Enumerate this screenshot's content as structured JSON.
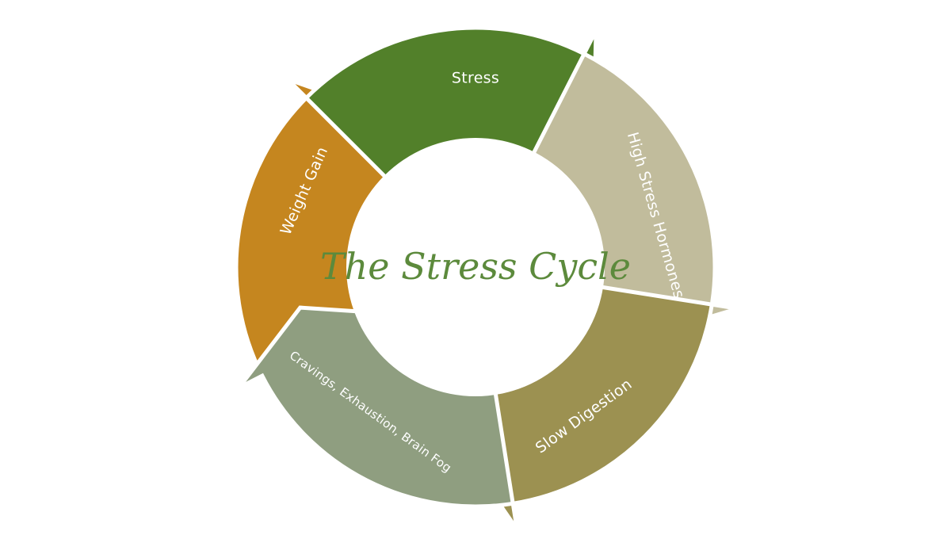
{
  "diagram": {
    "title": "The Stress Cycle",
    "title_color": "#5c8a3c",
    "stages": [
      {
        "label": "Stress",
        "color": "#c5861f"
      },
      {
        "label": "High Stress Hormones",
        "color": "#52802a"
      },
      {
        "label": "Slow Digestion",
        "color": "#c1bc9c"
      },
      {
        "label": "Cravings, Exhaustion, Brain Fog",
        "color": "#9c9151"
      },
      {
        "label": "Weight Gain",
        "color": "#8f9e80"
      }
    ]
  }
}
